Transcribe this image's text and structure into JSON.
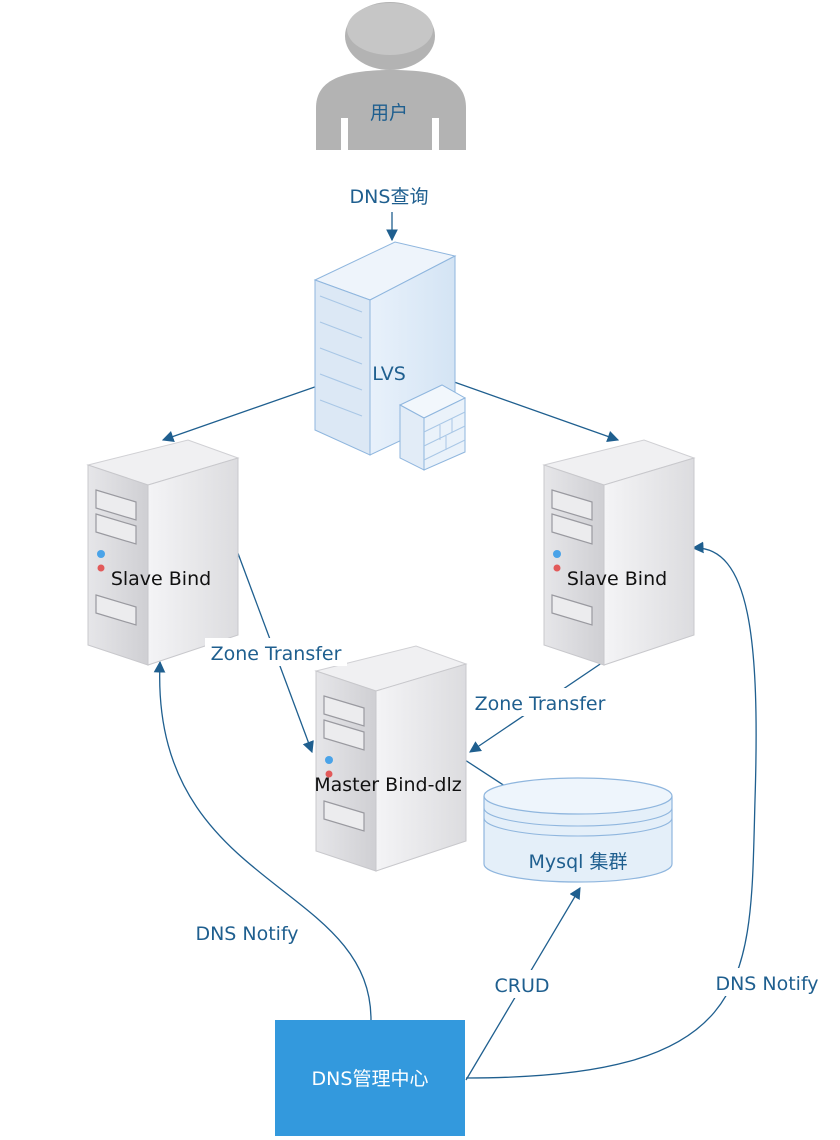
{
  "nodes": {
    "user": "用户",
    "lvs": "LVS",
    "slave_left": "Slave Bind",
    "slave_right": "Slave Bind",
    "master": "Master Bind-dlz",
    "mysql": "Mysql 集群",
    "center": "DNS管理中心"
  },
  "edges": {
    "dns_query": "DNS查询",
    "zone_transfer_left": "Zone Transfer",
    "zone_transfer_right": "Zone Transfer",
    "dns_notify_left": "DNS Notify",
    "dns_notify_right": "DNS Notify",
    "crud": "CRUD"
  },
  "colors": {
    "edge": "#1f5f8f",
    "center_fill": "#3399dd",
    "db_fill": "#e4eff9",
    "server_fill": "#e8e8ea",
    "user_fill": "#b3b3b3"
  },
  "icons": {
    "user": "person-icon",
    "lvs": "firewall-server-icon",
    "servers": "server-tower-icon",
    "database": "database-cylinder-icon"
  }
}
